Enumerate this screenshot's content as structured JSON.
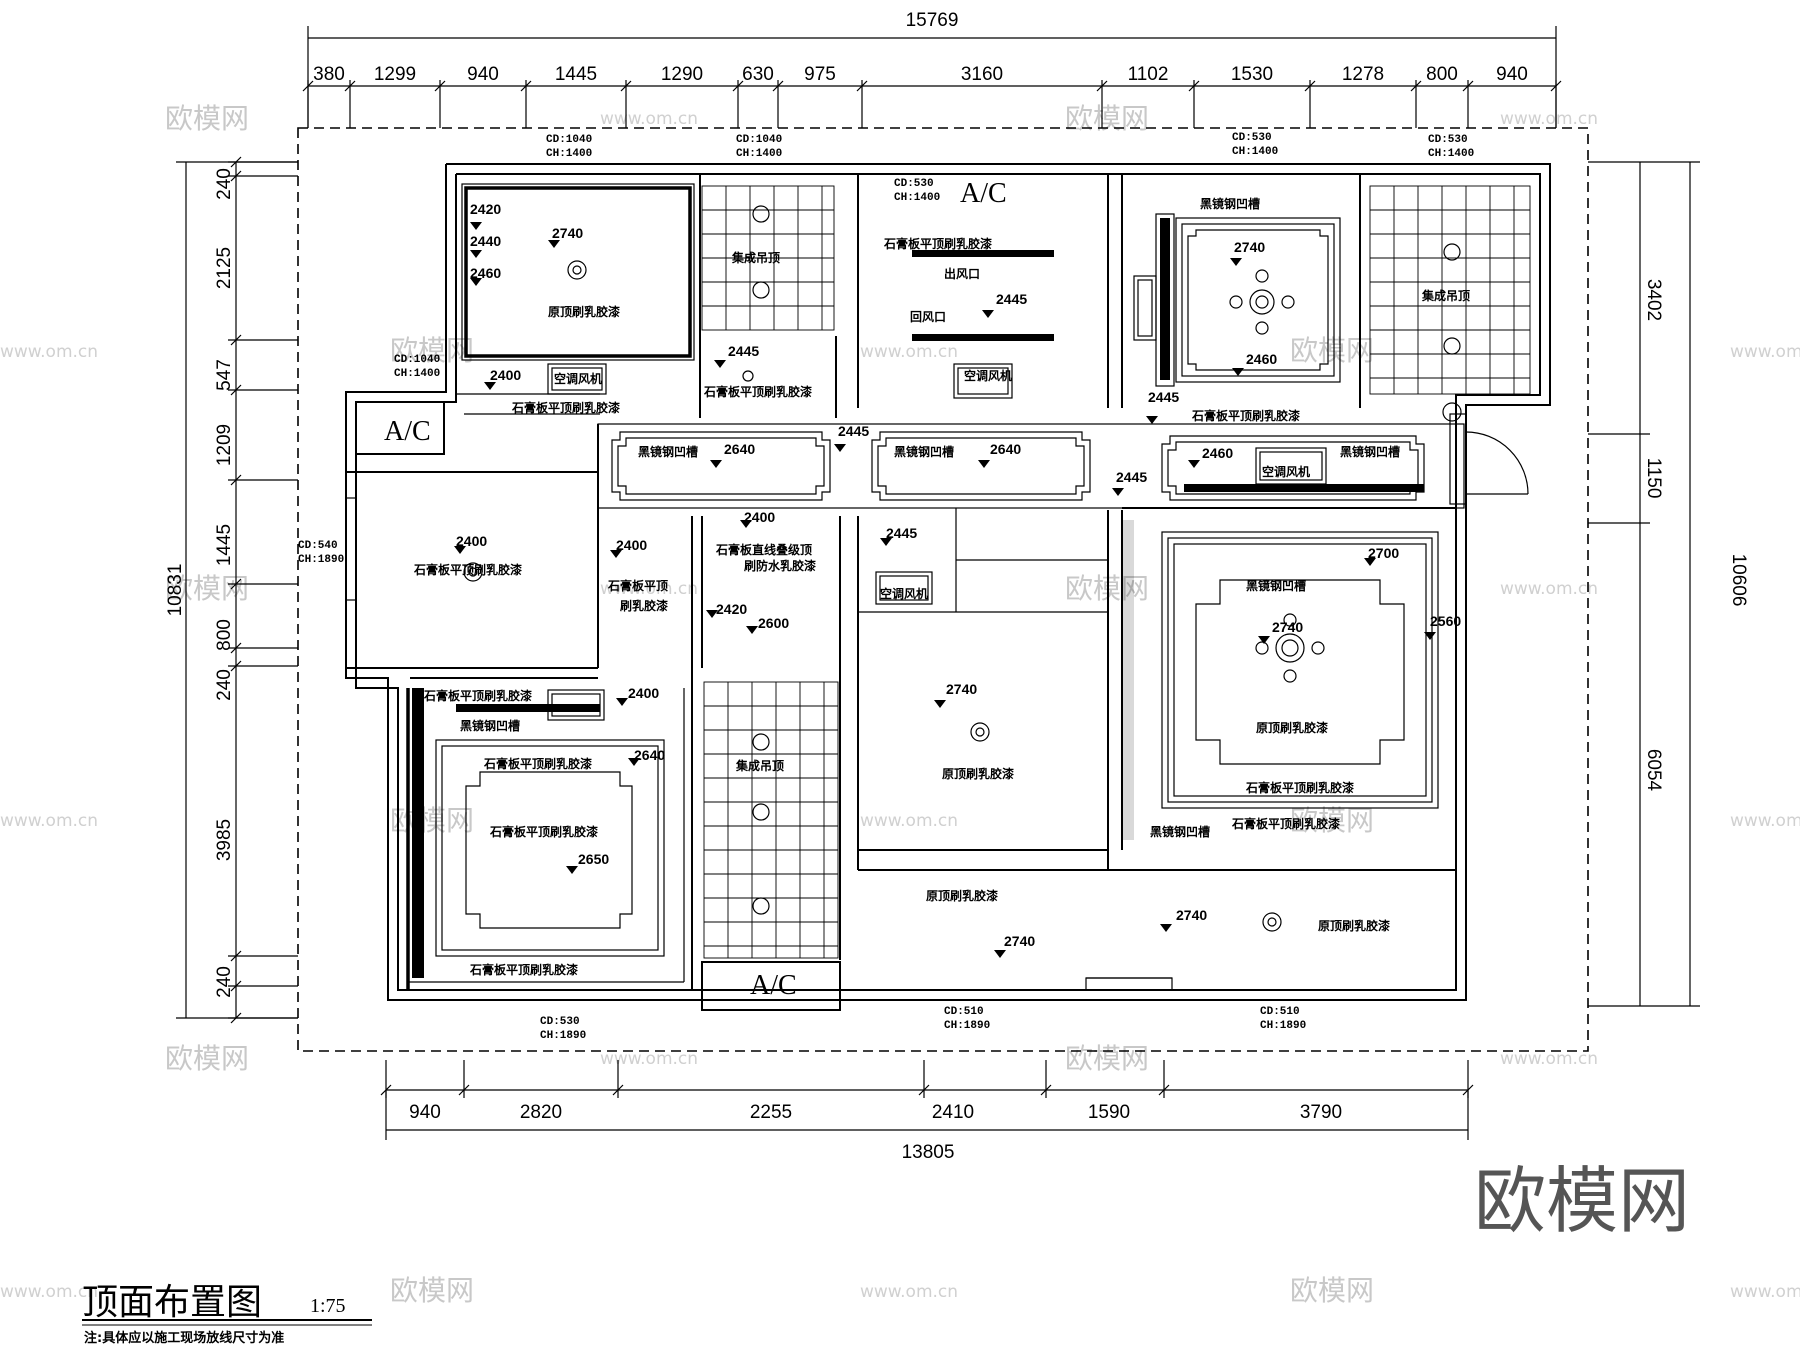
{
  "drawing": {
    "title": "顶面布置图",
    "scale": "1:75",
    "note": "注:具体应以施工现场放线尺寸为准",
    "brand": "欧模网",
    "watermark_logo": "欧模网",
    "watermark_url": "www.om.cn"
  },
  "dimensions": {
    "top_total": "15769",
    "top_segments": [
      "380",
      "1299",
      "940",
      "1445",
      "1290",
      "630",
      "975",
      "3160",
      "1102",
      "1530",
      "1278",
      "800",
      "940"
    ],
    "bottom_total": "13805",
    "bottom_segments": [
      "940",
      "2820",
      "2255",
      "2410",
      "1590",
      "3790"
    ],
    "left_total": "10831",
    "left_segments": [
      "240",
      "2125",
      "547",
      "1209",
      "1445",
      "800",
      "240",
      "3985",
      "240"
    ],
    "right_total": "10606",
    "right_segments": [
      "3402",
      "1150",
      "6054"
    ]
  },
  "labels": {
    "original_latex": "原顶刷乳胶漆",
    "gypsum_flat_latex": "石膏板平顶刷乳胶漆",
    "gypsum_flat_latex_split_a": "石膏板平顶",
    "gypsum_flat_latex_split_b": "刷乳胶漆",
    "integrated_ceiling": "集成吊顶",
    "black_mirror_steel": "黑镜钢凹槽",
    "ac_fan": "空调风机",
    "ac_fan_vertical": "空调风机",
    "air_outlet": "出风口",
    "air_return": "回风口",
    "gypsum_multi_a": "石膏板直线叠级顶",
    "gypsum_multi_b": "刷防水乳胶漆",
    "ac": "A/C"
  },
  "curtains": {
    "cd1040": "CD:1040",
    "ch1400": "CH:1400",
    "cd530": "CD:530",
    "cd540": "CD:540",
    "ch1890": "CH:1890",
    "cd510": "CD:510"
  },
  "elevations": [
    "2420",
    "2440",
    "2460",
    "2740",
    "2445",
    "2400",
    "2640",
    "2460",
    "2700",
    "2600",
    "2650",
    "2560"
  ]
}
